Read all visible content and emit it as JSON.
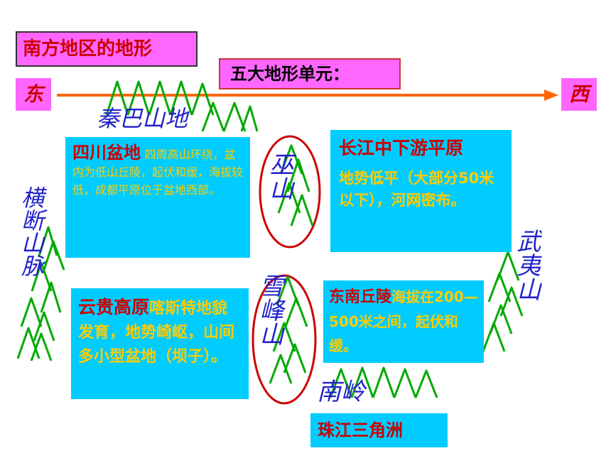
{
  "slide_title": "南方地区的地形",
  "units_heading": "五大地形单元：",
  "direction": {
    "east": "东",
    "west": "西"
  },
  "mountains": {
    "qinba": "秦巴山地",
    "hengduan": "横断山脉",
    "wushan": "巫山",
    "xuefeng": "雪峰山",
    "wuyi": "武夷山",
    "nanling": "南岭"
  },
  "regions": {
    "sichuan": {
      "name": "四川盆地",
      "desc": "四周高山环绕，盆内为低山丘陵，起伏和缓，海拔较低，成都平原位于盆地西部。"
    },
    "changjiang": {
      "name": "长江中下游平原",
      "desc": "地势低平（大部分50米以下），河网密布。"
    },
    "yungui": {
      "name": "云贵高原",
      "desc": "喀斯特地貌发育，地势崎岖，山间多小型盆地（坝子）。"
    },
    "dongnan": {
      "name": "东南丘陵",
      "desc": "海拔在200—500米之间，起伏和缓。"
    }
  },
  "delta": "珠江三角洲",
  "colors": {
    "box_bg": "#00ccff",
    "pink": "#ff66ff",
    "highlight_red": "#cc0000",
    "text_yellow": "#ffcc00",
    "mountain_green": "#00aa00",
    "arrow_orange": "#ff6600",
    "label_blue": "#2222cc"
  }
}
